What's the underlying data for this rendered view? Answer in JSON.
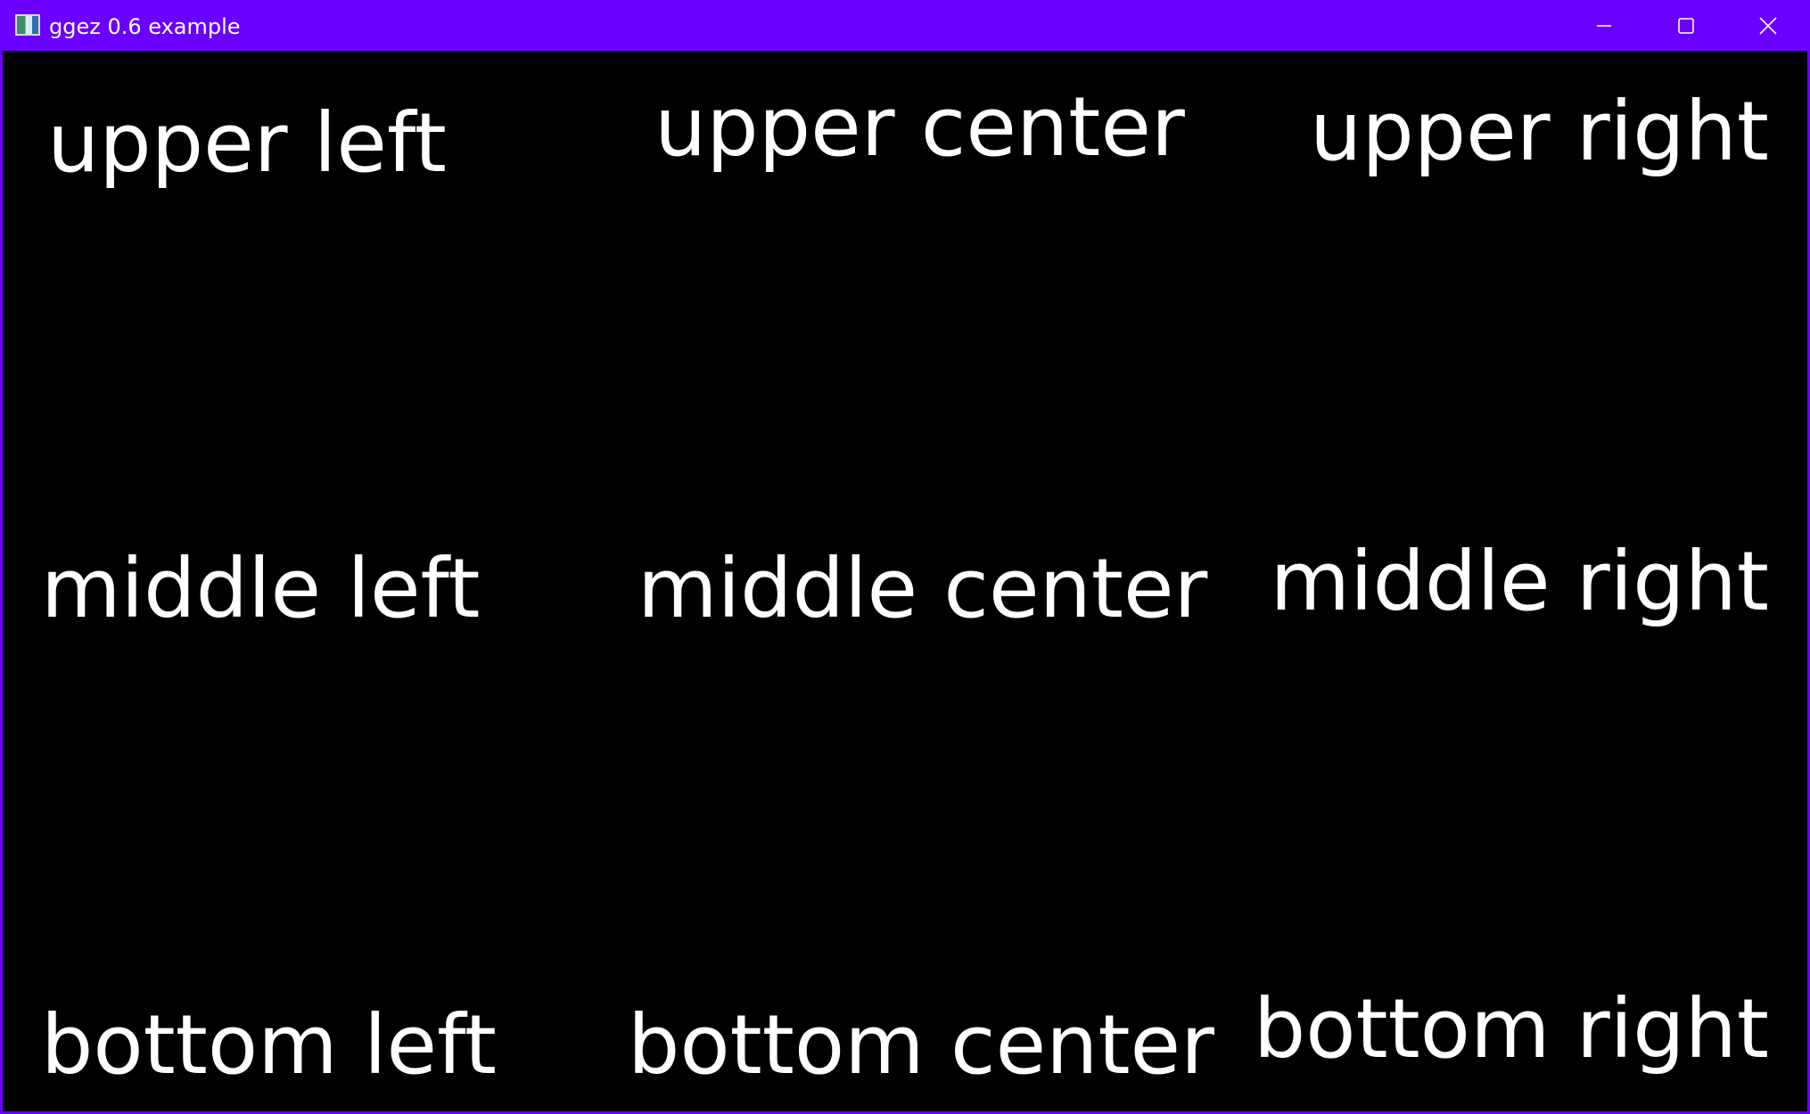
{
  "window": {
    "title": "ggez 0.6 example",
    "app_icon": "app-icon",
    "controls": {
      "minimize_icon": "minimize-icon",
      "maximize_icon": "maximize-icon",
      "close_icon": "close-icon"
    },
    "colors": {
      "titlebar": "#6a00ff",
      "background": "#000000",
      "text": "#ffffff"
    }
  },
  "labels": {
    "upper_left": "upper left",
    "upper_center": "upper center",
    "upper_right": "upper right",
    "middle_left": "middle left",
    "middle_center": "middle center",
    "middle_right": "middle right",
    "bottom_left": "bottom left",
    "bottom_center": "bottom center",
    "bottom_right": "bottom right"
  }
}
